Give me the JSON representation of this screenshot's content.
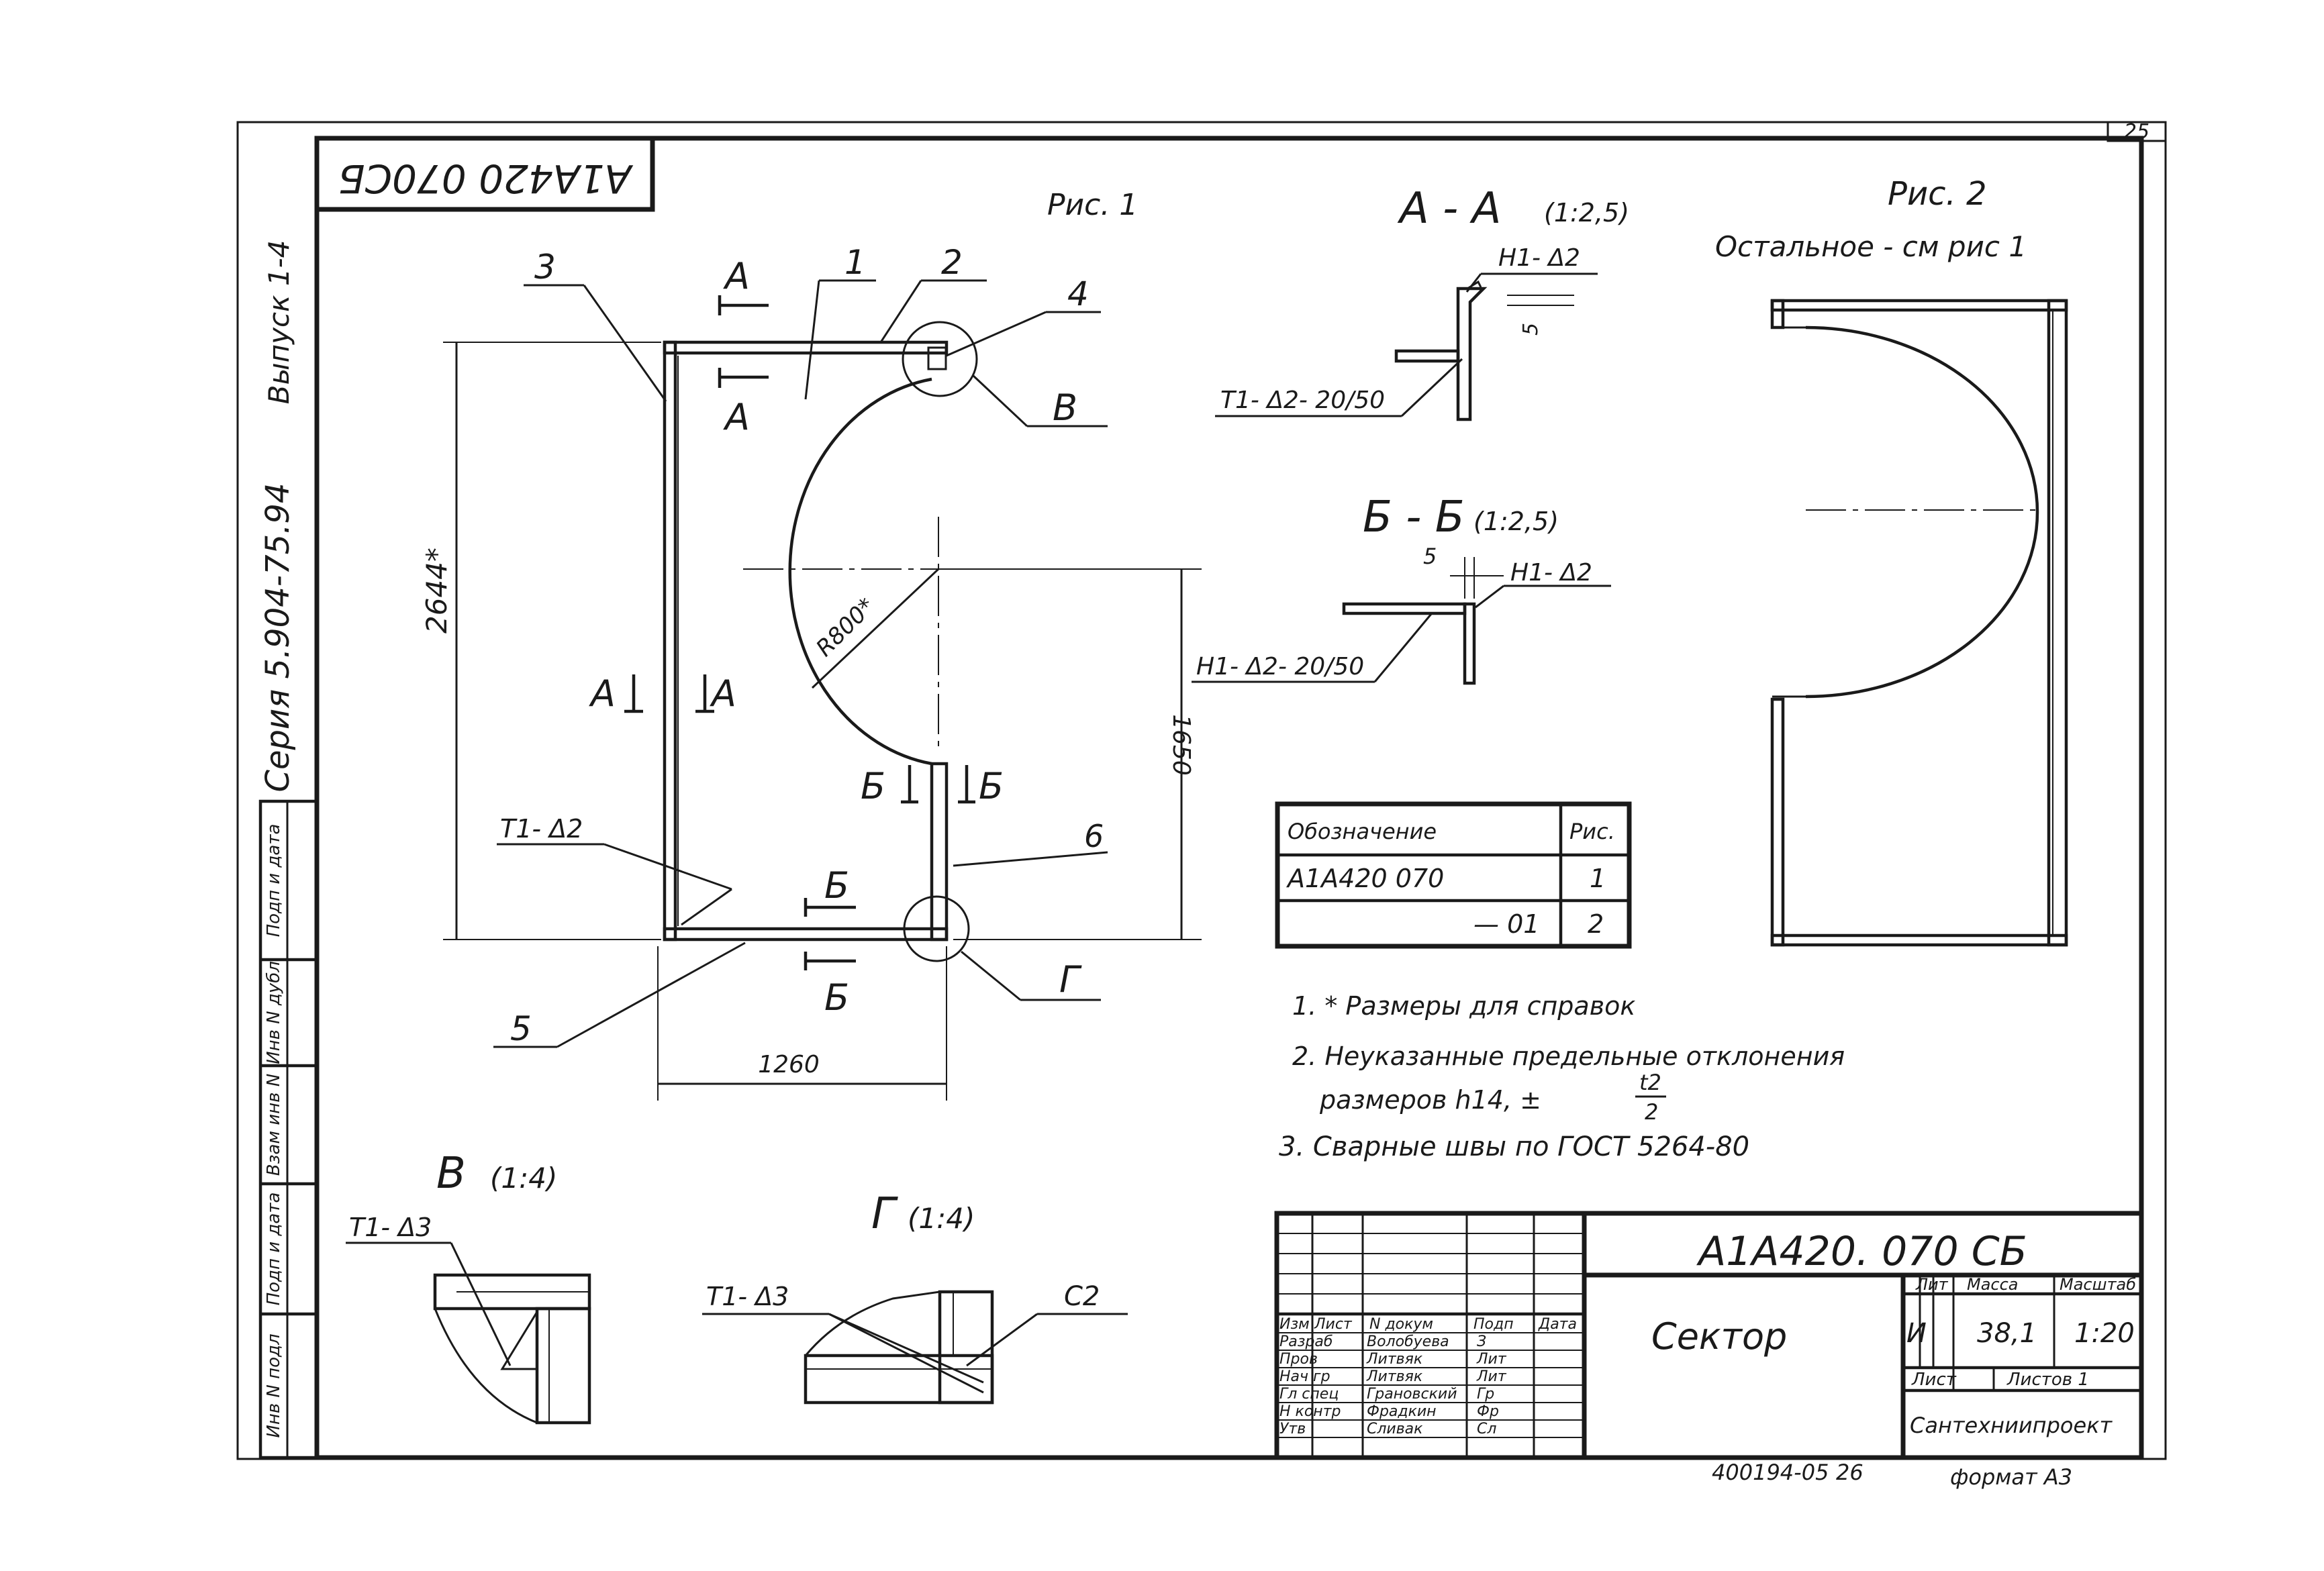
{
  "sheet": {
    "page_number": "25",
    "document_code_rotated": "А1А420 070СБ",
    "series_rotated": "Серия 5.904-75.94",
    "issue_rotated": "Выпуск 1-4",
    "footer_code": "400194-05",
    "footer_num": "26",
    "footer_format": "формат А3"
  },
  "left_strip": {
    "cells": [
      "Подп и дата",
      "Инв N дубл",
      "Взам инв N",
      "Подп и дата",
      "Инв N подл"
    ]
  },
  "fig1": {
    "title": "Рис. 1",
    "callouts": {
      "c3": "3",
      "c1": "1",
      "c2": "2",
      "c4": "4",
      "cV": "В",
      "c6": "6",
      "cG": "Г",
      "c5": "5"
    },
    "section_a": "А",
    "section_b": "Б",
    "weld_t1d2": "Т1- Δ2",
    "dim_height": "2644*",
    "dim_radius": "R800*",
    "dim_right": "1650",
    "dim_width": "1260"
  },
  "section_aa": {
    "title": "А - А",
    "scale": "(1:2,5)",
    "weld_top": "Н1- Δ2",
    "weld_bottom": "Т1- Δ2- 20/50",
    "dim": "5"
  },
  "section_bb": {
    "title": "Б - Б",
    "scale": "(1:2,5)",
    "weld_top": "Н1- Δ2",
    "weld_left": "Н1- Δ2- 20/50",
    "dim": "5"
  },
  "fig2": {
    "title": "Рис. 2",
    "subtitle": "Остальное - см рис 1"
  },
  "variants_table": {
    "headers": [
      "Обозначение",
      "Рис."
    ],
    "rows": [
      [
        "А1А420 070",
        "1"
      ],
      [
        "— 01",
        "2"
      ]
    ]
  },
  "notes": {
    "n1": "1. * Размеры для справок",
    "n2a": "2. Неуказанные предельные отклонения",
    "n2b": "размеров h14, ±",
    "n2_frac_num": "t2",
    "n2_frac_den": "2",
    "n3": "3. Сварные швы по ГОСТ 5264-80"
  },
  "view_v": {
    "title": "В",
    "scale": "(1:4)",
    "weld": "Т1- Δ3"
  },
  "view_g": {
    "title": "Г",
    "scale": "(1:4)",
    "weld": "Т1- Δ3",
    "label_c2": "С2"
  },
  "title_block": {
    "designation": "А1А420. 070 СБ",
    "name": "Сектор",
    "header_lit": "Лит",
    "header_mass": "Масса",
    "header_scale": "Масштаб",
    "lit": "И",
    "mass": "38,1",
    "scale": "1:20",
    "sheet": "Лист",
    "sheets": "Листов 1",
    "org": "Сантехниипроект",
    "col_headers": [
      "Изм",
      "Лист",
      "N докум",
      "Подп",
      "Дата"
    ],
    "signers": [
      {
        "role": "Разраб",
        "name": "Волобуева",
        "sig": "З"
      },
      {
        "role": "Пров",
        "name": "Литвяк",
        "sig": "Лит"
      },
      {
        "role": "Нач гр",
        "name": "Литвяк",
        "sig": "Лит"
      },
      {
        "role": "Гл спец",
        "name": "Грановский",
        "sig": "Гр"
      },
      {
        "role": "Н контр",
        "name": "Фрадкин",
        "sig": "Фр"
      },
      {
        "role": "Утв",
        "name": "Сливак",
        "sig": "Сл"
      }
    ]
  }
}
